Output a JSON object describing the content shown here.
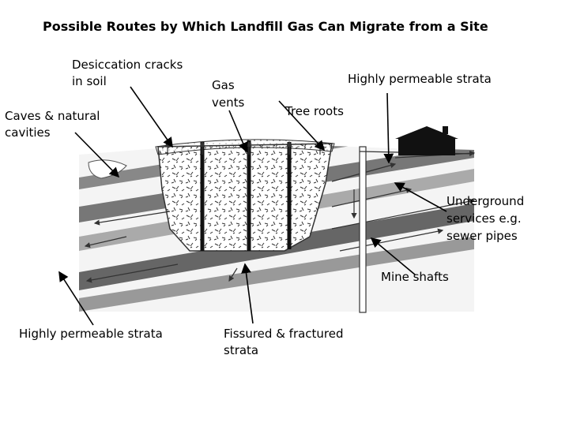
{
  "title": "Possible Routes by Which Landfill Gas Can Migrate from a Site",
  "labels": {
    "desiccation_1": "Desiccation cracks",
    "desiccation_2": "in soil",
    "gas_vents_1": "Gas",
    "gas_vents_2": "vents",
    "highly_permeable_top": "Highly permeable strata",
    "tree_roots": "Tree roots",
    "caves_1": "Caves & natural",
    "caves_2": "cavities",
    "underground_1": "Underground",
    "underground_2": "services e.g.",
    "underground_3": "sewer pipes",
    "mine_shafts": "Mine shafts",
    "highly_permeable_bottom": "Highly permeable strata",
    "fissured_1": "Fissured & fractured",
    "fissured_2": "strata"
  },
  "icons": [
    "house-icon"
  ]
}
